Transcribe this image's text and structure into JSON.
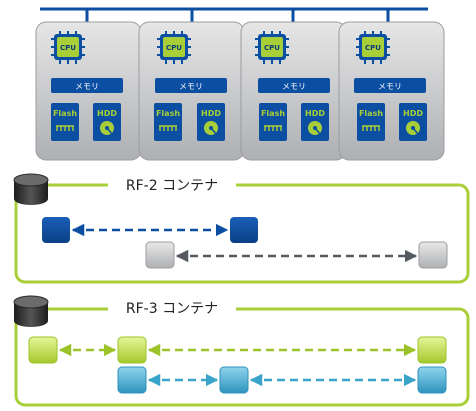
{
  "servers": [
    {
      "cpu": "CPU",
      "memory": "メモリ",
      "flash": "Flash",
      "hdd": "HDD"
    },
    {
      "cpu": "CPU",
      "memory": "メモリ",
      "flash": "Flash",
      "hdd": "HDD"
    },
    {
      "cpu": "CPU",
      "memory": "メモリ",
      "flash": "Flash",
      "hdd": "HDD"
    },
    {
      "cpu": "CPU",
      "memory": "メモリ",
      "flash": "Flash",
      "hdd": "HDD"
    }
  ],
  "containers": [
    {
      "label": "RF-2 コンテナ"
    },
    {
      "label": "RF-3 コンテナ"
    }
  ],
  "colors": {
    "green": "#a9cf38",
    "navy": "#0b4ea2",
    "gray": "#bdbfc2",
    "cyan": "#3aa3c9",
    "dark": "#1f3550"
  }
}
